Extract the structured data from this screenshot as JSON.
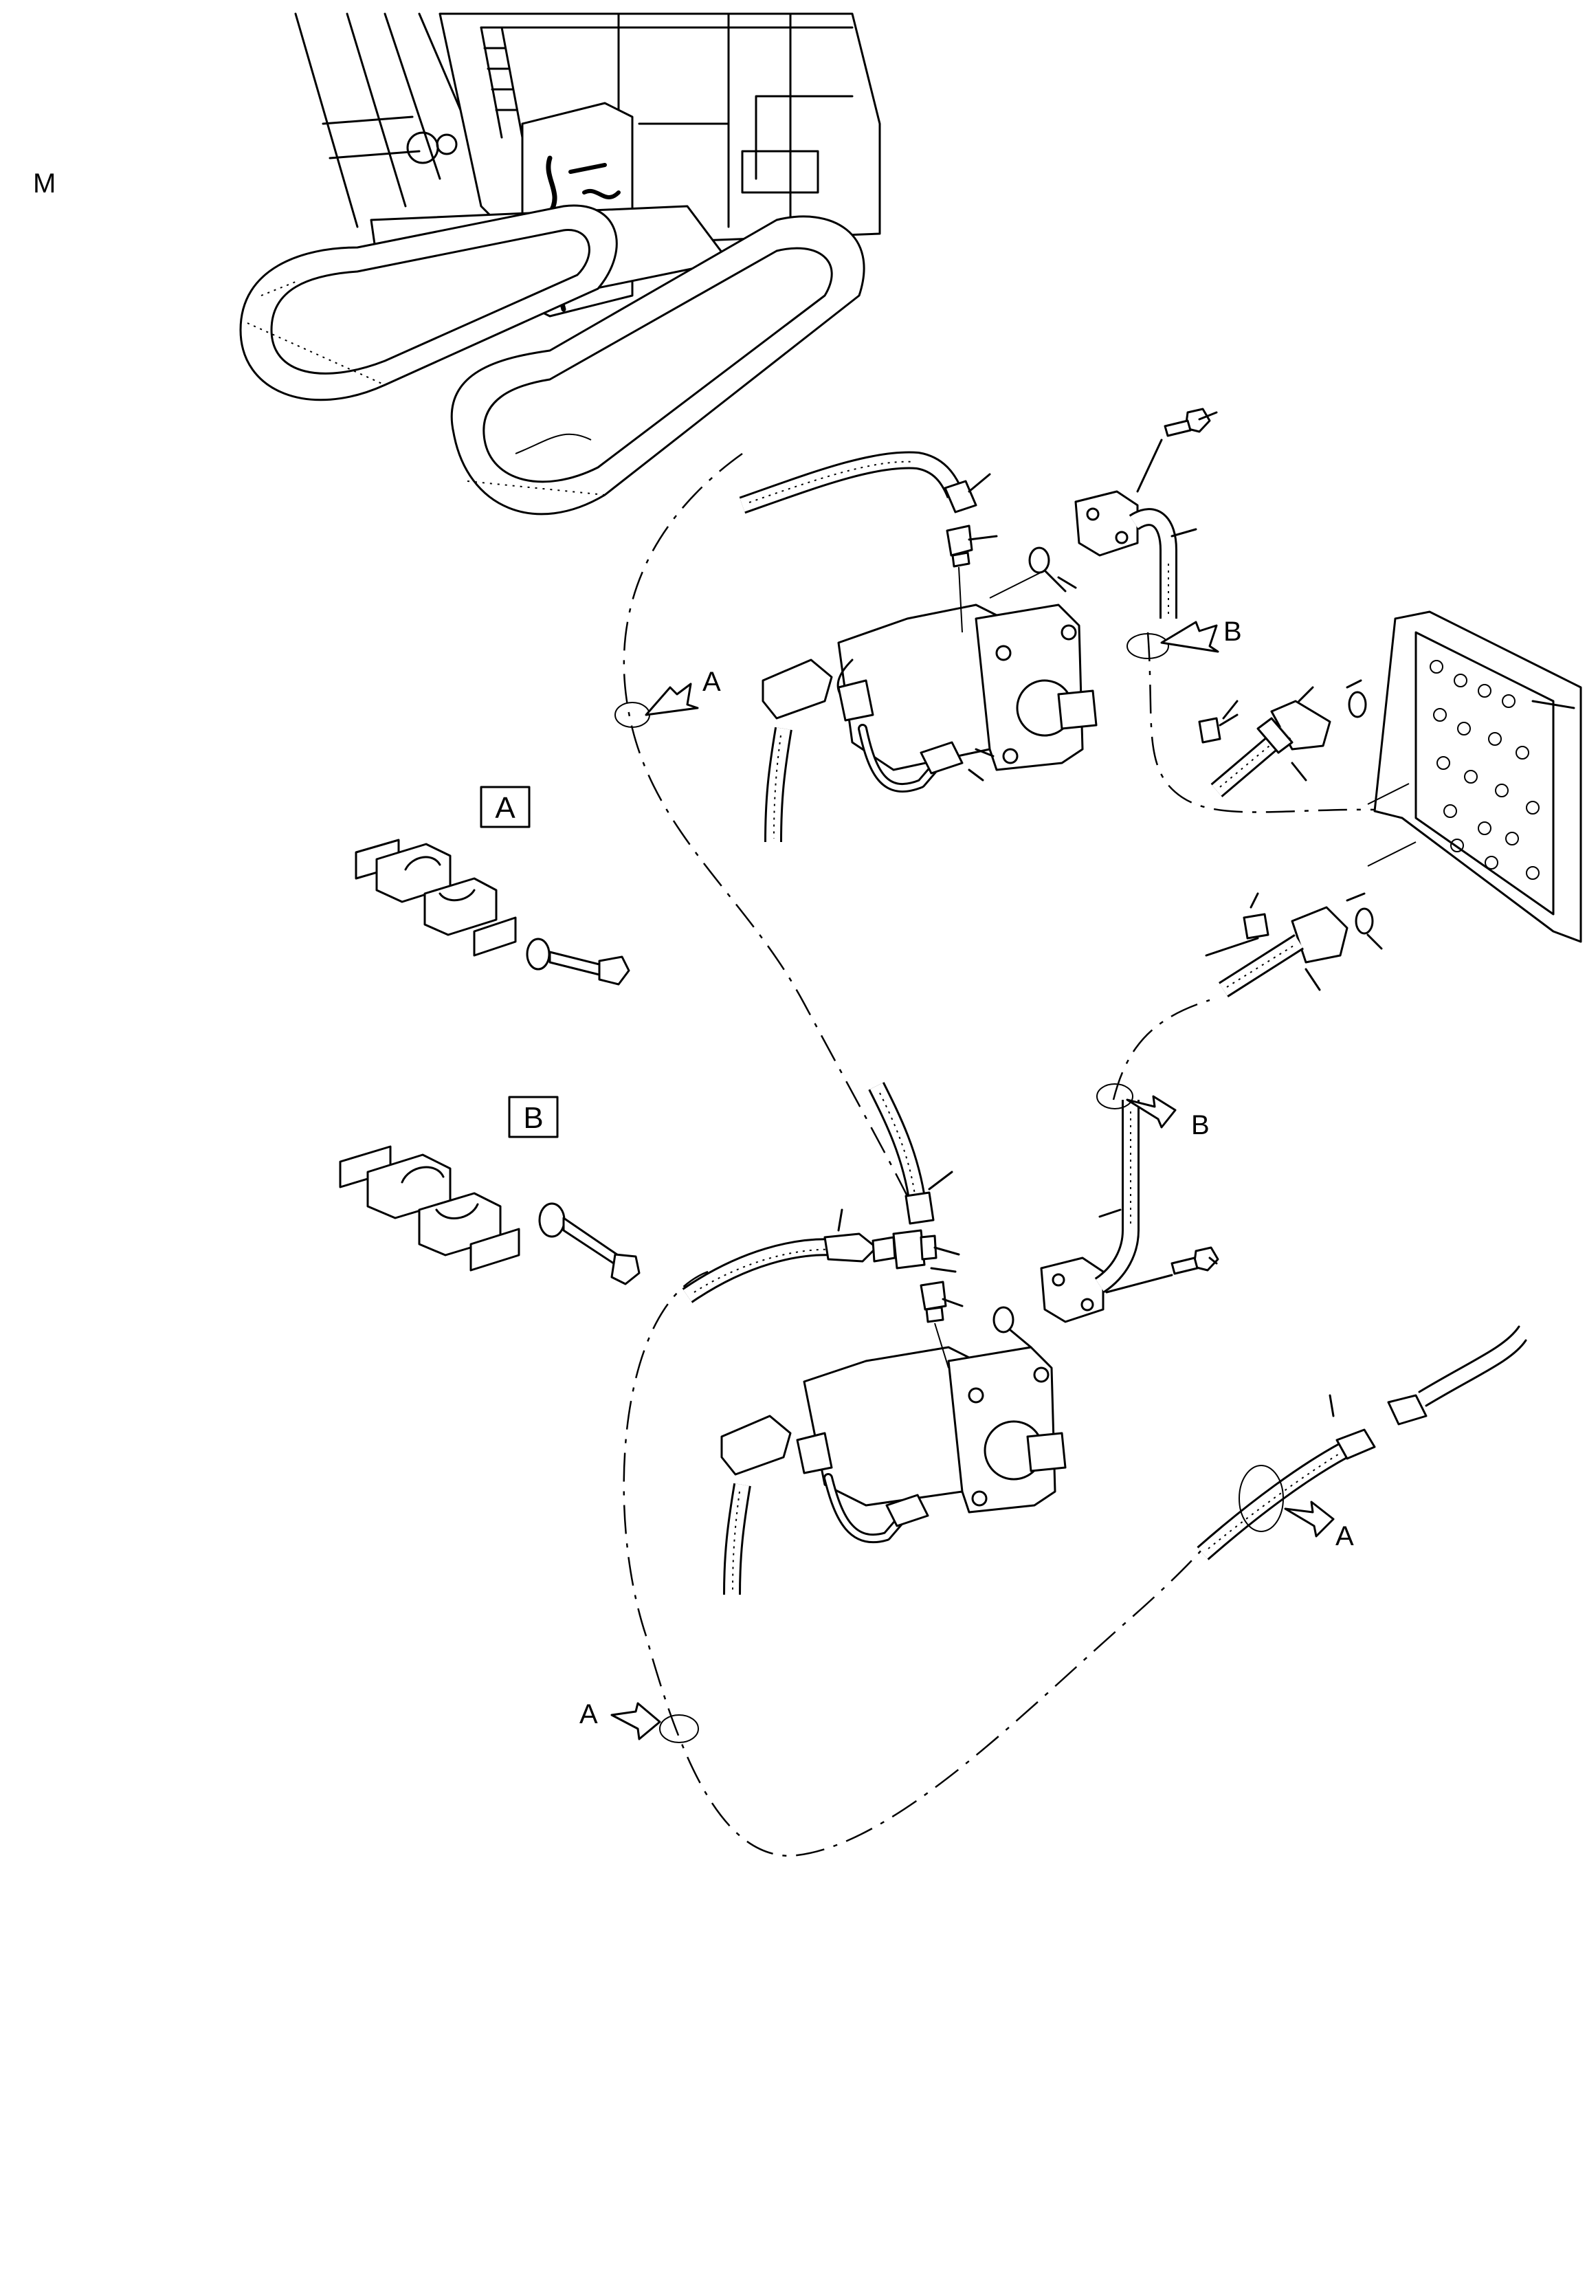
{
  "page_marker": "M",
  "detail_boxes": {
    "a": "A",
    "b": "B"
  },
  "callouts": {
    "a_upper": "A",
    "b_upper": "B",
    "b_mid": "B",
    "a_lower_right": "A",
    "a_lower_left": "A"
  },
  "colors": {
    "ink": "#000000",
    "paper": "#ffffff"
  }
}
